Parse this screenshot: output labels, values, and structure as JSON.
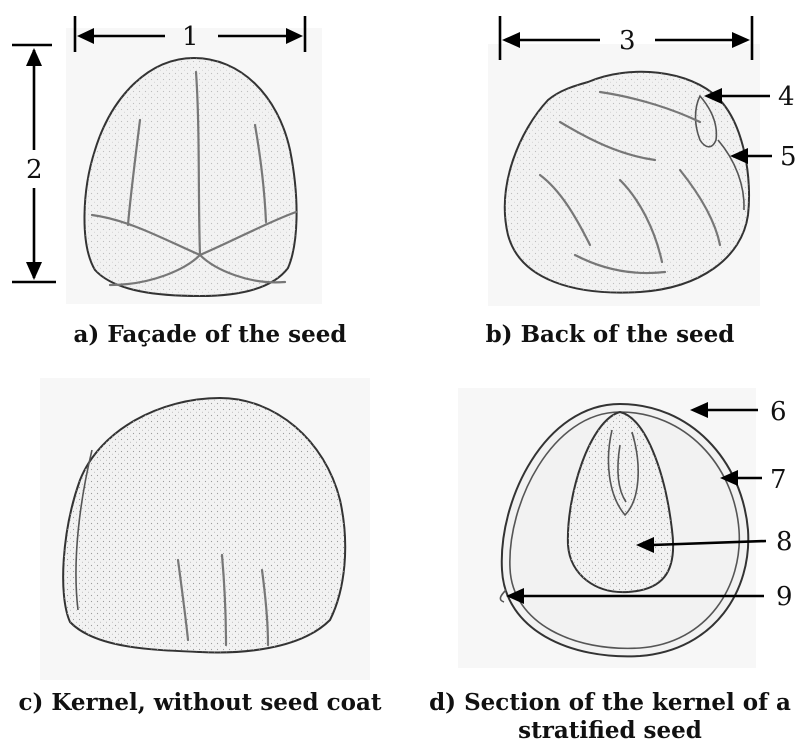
{
  "captions": {
    "a": "a) Façade of the seed",
    "b": "b) Back of the seed",
    "c": "c) Kernel, without seed coat",
    "d_line1": "d) Section of the kernel of a",
    "d_line2": "stratified seed"
  },
  "labels": [
    "1",
    "2",
    "3",
    "4",
    "5",
    "6",
    "7",
    "8",
    "9"
  ]
}
